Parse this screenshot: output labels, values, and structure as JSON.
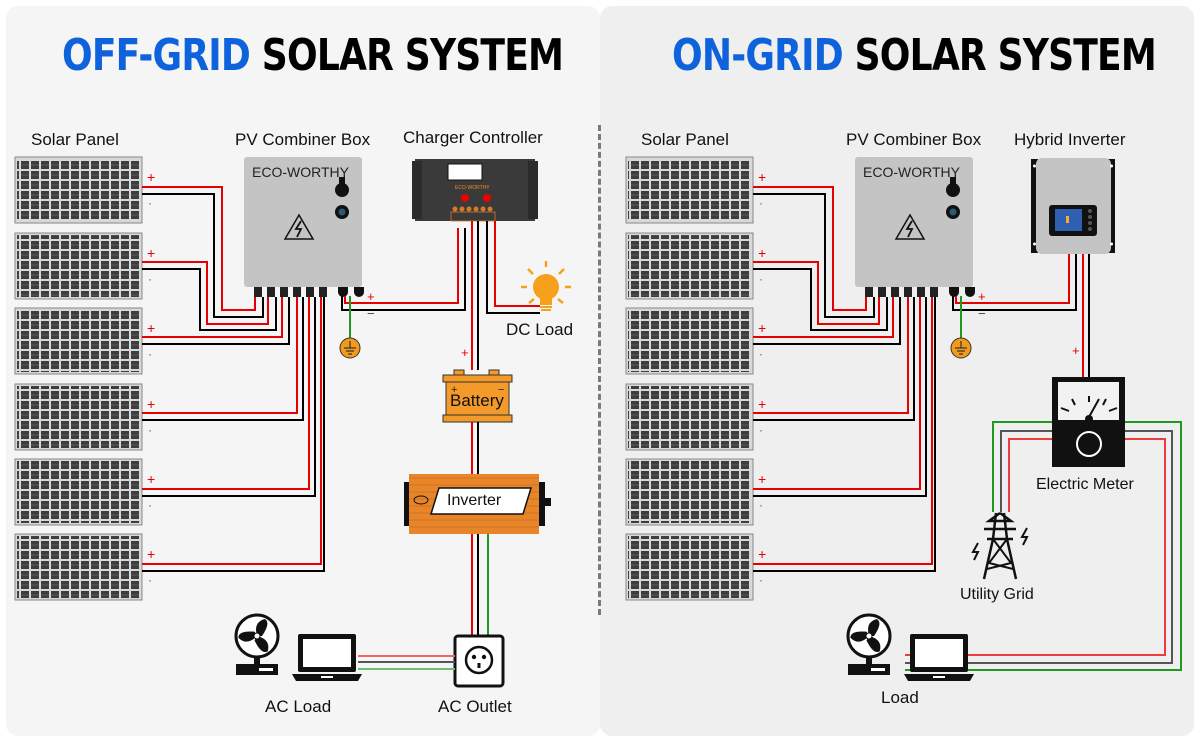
{
  "left": {
    "title_highlight": "OFF-GRID",
    "title_rest": "SOLAR SYSTEM",
    "labels": {
      "solar_panel": "Solar Panel",
      "combiner_box": "PV Combiner Box",
      "combiner_brand": "ECO-WORTHY",
      "charger_controller": "Charger Controller",
      "controller_brand": "ECO-WORTHY",
      "dc_load": "DC Load",
      "battery": "Battery",
      "inverter": "Inverter",
      "ac_load": "AC Load",
      "ac_outlet": "AC Outlet"
    },
    "panel_count": 6,
    "polarity": {
      "positive": "+",
      "negative": "−"
    }
  },
  "right": {
    "title_highlight": "ON-GRID",
    "title_rest": "SOLAR SYSTEM",
    "labels": {
      "solar_panel": "Solar Panel",
      "combiner_box": "PV Combiner Box",
      "combiner_brand": "ECO-WORTHY",
      "hybrid_inverter": "Hybrid Inverter",
      "electric_meter": "Electric Meter",
      "utility_grid": "Utility Grid",
      "load": "Load"
    },
    "panel_count": 6,
    "polarity": {
      "positive": "+",
      "negative": "−"
    }
  },
  "colors": {
    "title_accent": "#0e63dc",
    "wire_positive": "#e60000",
    "wire_negative": "#000000",
    "wire_ground": "#1f9a1f",
    "battery_orange": "#f39a2b",
    "inverter_orange": "#e8852a",
    "combiner_gray": "#c4c4c4",
    "controller_dark": "#3a3a3a"
  },
  "icons": [
    "solar-panel-icon",
    "combiner-box-icon",
    "charge-controller-icon",
    "light-bulb-icon",
    "battery-icon",
    "inverter-icon",
    "fan-icon",
    "laptop-icon",
    "outlet-icon",
    "ground-icon",
    "hybrid-inverter-icon",
    "electric-meter-icon",
    "transmission-tower-icon"
  ]
}
